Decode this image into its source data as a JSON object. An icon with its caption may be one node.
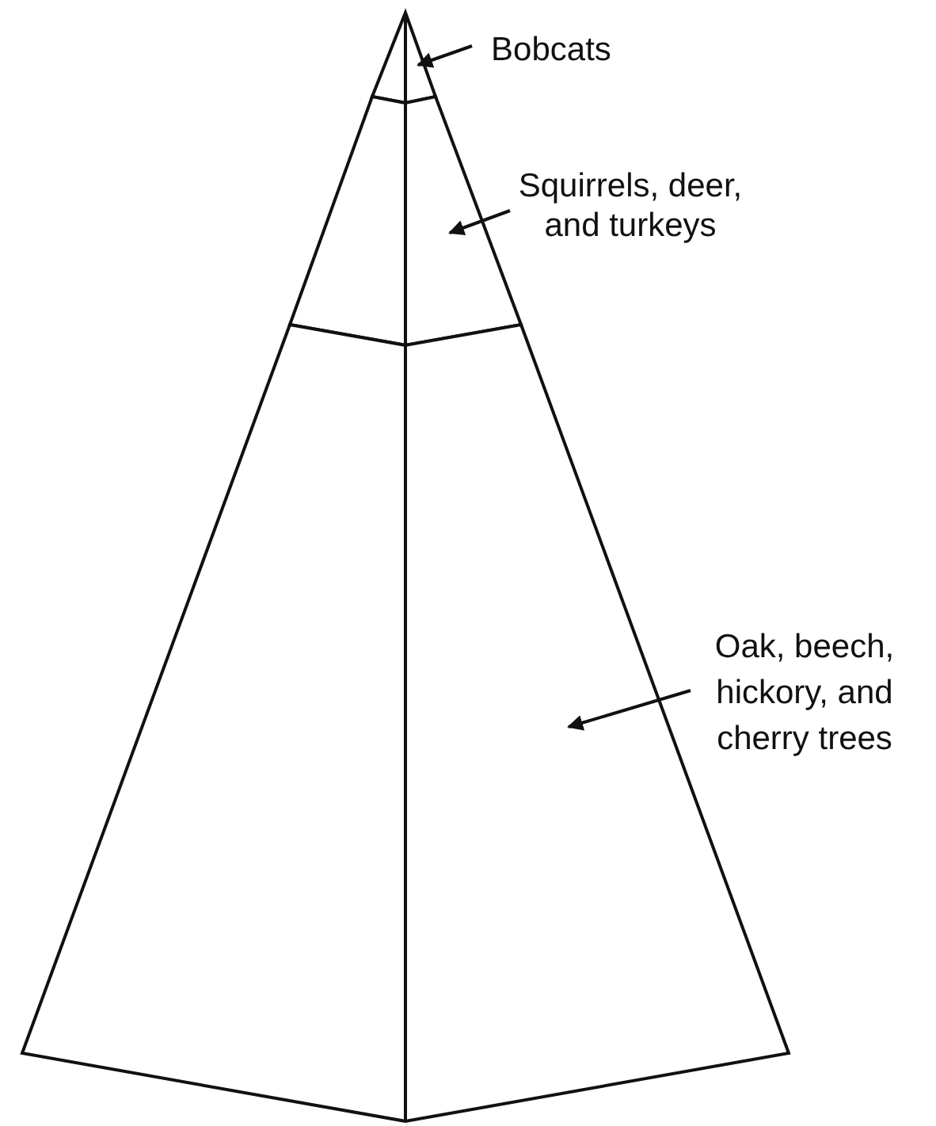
{
  "diagram": {
    "nodes": [
      {
        "text": [],
        "shape": "triangle"
      },
      {
        "text": [],
        "shape": "band"
      },
      {
        "text": [],
        "shape": "band"
      },
      {
        "text": [
          "Bobcats"
        ]
      },
      {
        "text": [
          "Squirrels, deer, and turkeys"
        ]
      },
      {
        "text": [
          "Oak, beech, hickory, and cherry trees"
        ]
      }
    ],
    "edges": [
      {
        "from": 3,
        "to": 0,
        "arrow": "to"
      },
      {
        "from": 4,
        "to": 1,
        "arrow": "to"
      },
      {
        "from": 5,
        "to": 2,
        "arrow": "to"
      }
    ]
  }
}
